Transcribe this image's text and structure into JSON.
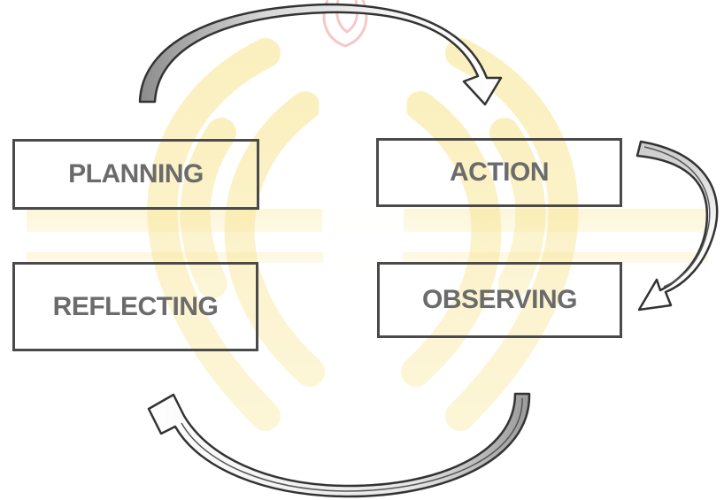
{
  "cycle": {
    "stages": [
      {
        "id": "planning",
        "label": "PLANNING"
      },
      {
        "id": "action",
        "label": "ACTION"
      },
      {
        "id": "observing",
        "label": "OBSERVING"
      },
      {
        "id": "reflecting",
        "label": "REFLECTING"
      }
    ]
  },
  "colors": {
    "box_border": "#4a4a4a",
    "label_text": "#6b6b6b",
    "arrow_outline": "#333333",
    "arrow_fill_light": "#f2f2f2",
    "arrow_fill_dark": "#9a9a9a",
    "watermark_yellow": "#f7e38a",
    "watermark_red": "#e06060"
  },
  "watermark": {
    "kind": "university-emblem-watermark"
  }
}
